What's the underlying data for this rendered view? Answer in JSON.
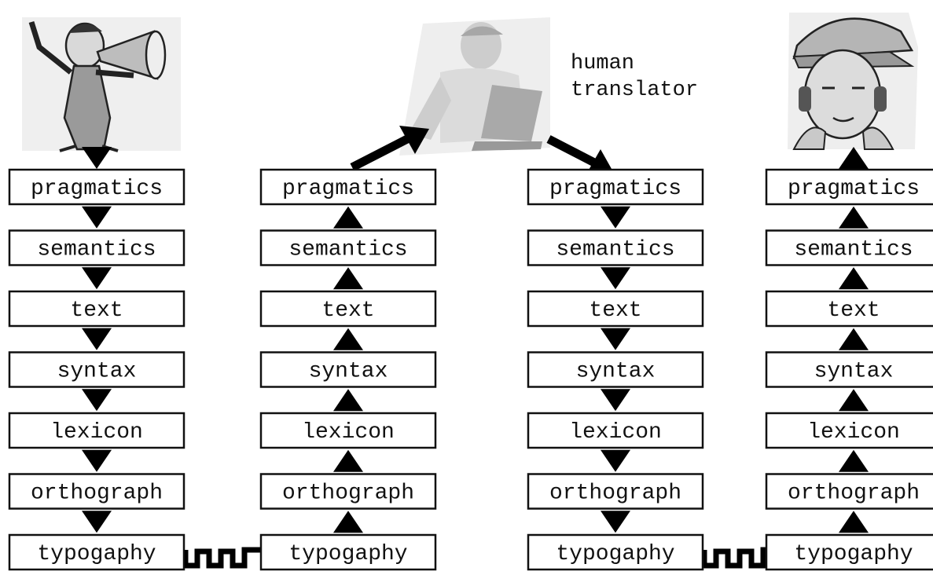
{
  "stacks": [
    {
      "name": "sender-stack",
      "direction": "down",
      "layers": [
        "pragmatics",
        "semantics",
        "text",
        "syntax",
        "lexicon",
        "orthograph",
        "typogaphy"
      ]
    },
    {
      "name": "translator-input-stack",
      "direction": "up",
      "layers": [
        "pragmatics",
        "semantics",
        "text",
        "syntax",
        "lexicon",
        "orthograph",
        "typogaphy"
      ]
    },
    {
      "name": "translator-output-stack",
      "direction": "down",
      "layers": [
        "pragmatics",
        "semantics",
        "text",
        "syntax",
        "lexicon",
        "orthograph",
        "typogaphy"
      ]
    },
    {
      "name": "receiver-stack",
      "direction": "up",
      "layers": [
        "pragmatics",
        "semantics",
        "text",
        "syntax",
        "lexicon",
        "orthograph",
        "typogaphy"
      ]
    }
  ],
  "translator_caption": [
    "human",
    "translator"
  ],
  "figures": {
    "sender": "man-with-megaphone-icon",
    "translator": "person-at-laptop-icon",
    "receiver": "person-with-headphones-icon"
  },
  "colors": {
    "box_border": "#111111",
    "arrow": "#000000",
    "figure_gray": "#9a9a9a",
    "translator_gray": "#c8c8c8"
  }
}
